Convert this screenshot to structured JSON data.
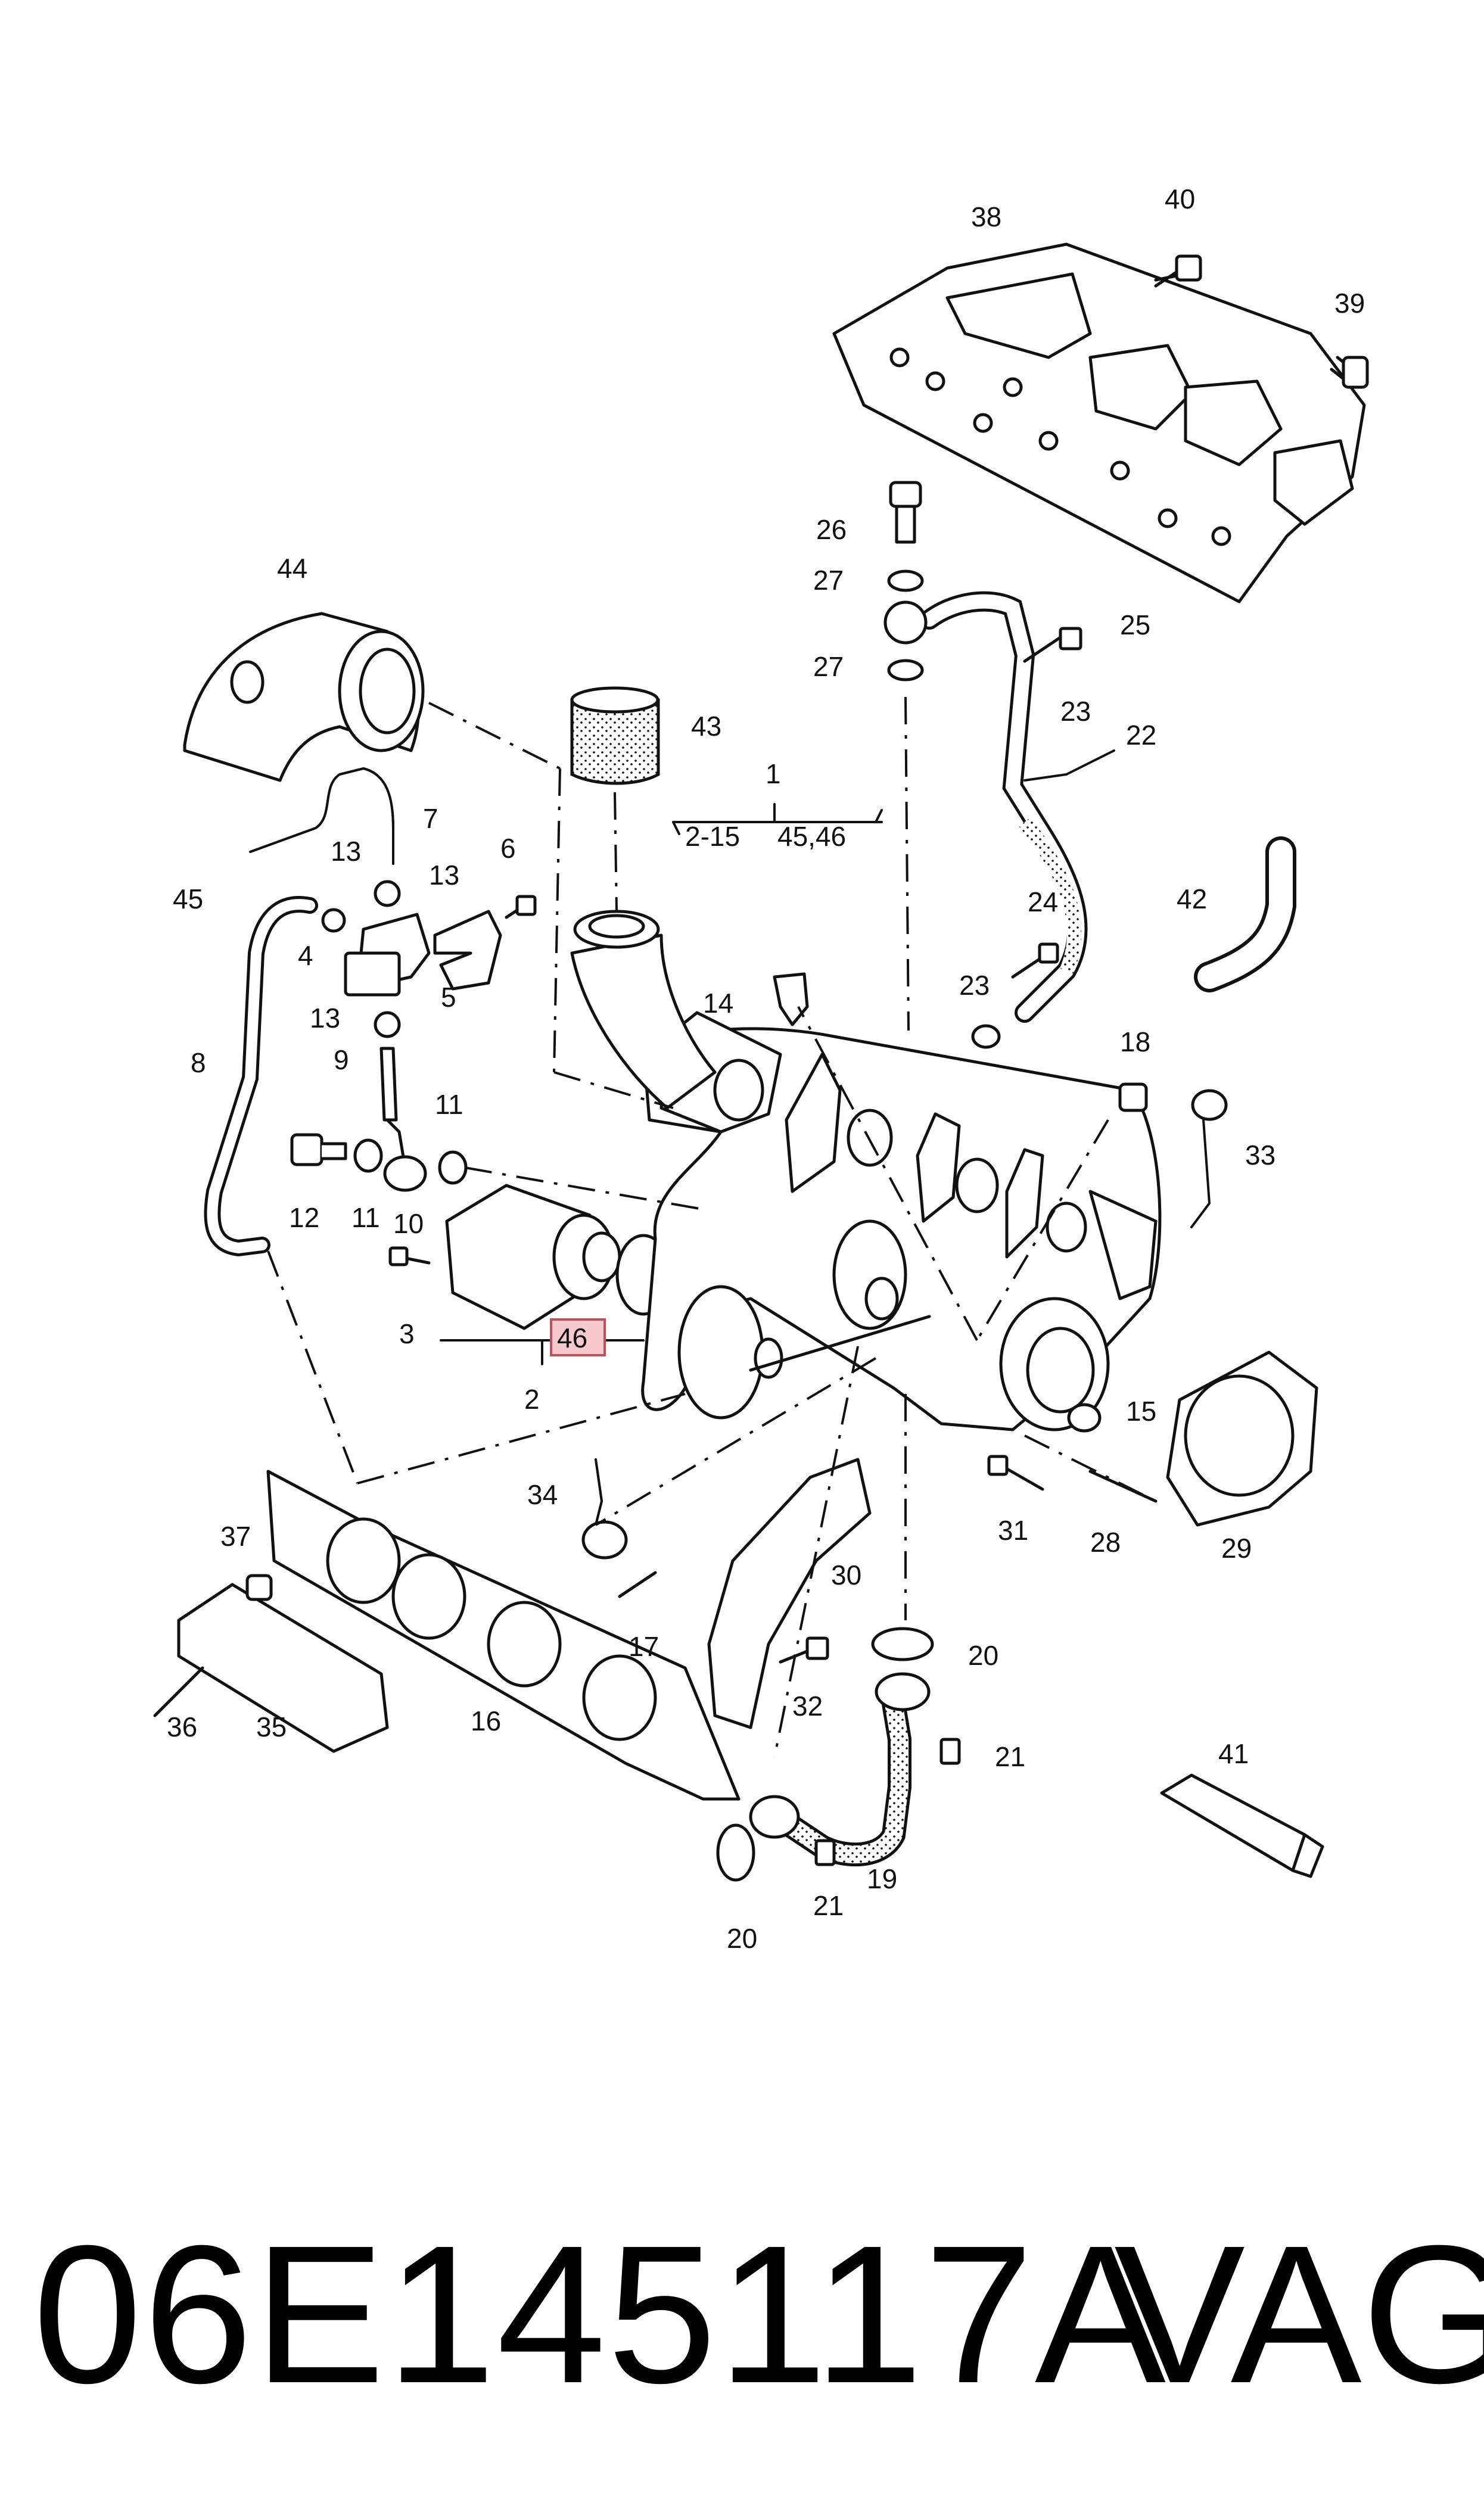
{
  "callouts": {
    "c1": "1",
    "c2_15": "2-15",
    "c45_46": "45,46",
    "c2": "2",
    "c3": "3",
    "c4": "4",
    "c5": "5",
    "c6": "6",
    "c7": "7",
    "c8": "8",
    "c9": "9",
    "c10": "10",
    "c11a": "11",
    "c11b": "11",
    "c12": "12",
    "c13a": "13",
    "c13b": "13",
    "c13c": "13",
    "c14": "14",
    "c15": "15",
    "c16": "16",
    "c17": "17",
    "c18": "18",
    "c19": "19",
    "c20a": "20",
    "c20b": "20",
    "c21a": "21",
    "c21b": "21",
    "c22": "22",
    "c23a": "23",
    "c23b": "23",
    "c24": "24",
    "c25": "25",
    "c26": "26",
    "c27a": "27",
    "c27b": "27",
    "c28": "28",
    "c29": "29",
    "c30": "30",
    "c31": "31",
    "c32": "32",
    "c33": "33",
    "c34": "34",
    "c35": "35",
    "c36": "36",
    "c37": "37",
    "c38": "38",
    "c39": "39",
    "c40": "40",
    "c41": "41",
    "c42": "42",
    "c43": "43",
    "c44": "44",
    "c45": "45",
    "c46": "46"
  },
  "footer": {
    "part_number": "06E145117A",
    "brand": "VAG"
  },
  "colors": {
    "highlight_fill": "#f6c9cf",
    "highlight_stroke": "#c0505e",
    "ink": "#111111"
  }
}
